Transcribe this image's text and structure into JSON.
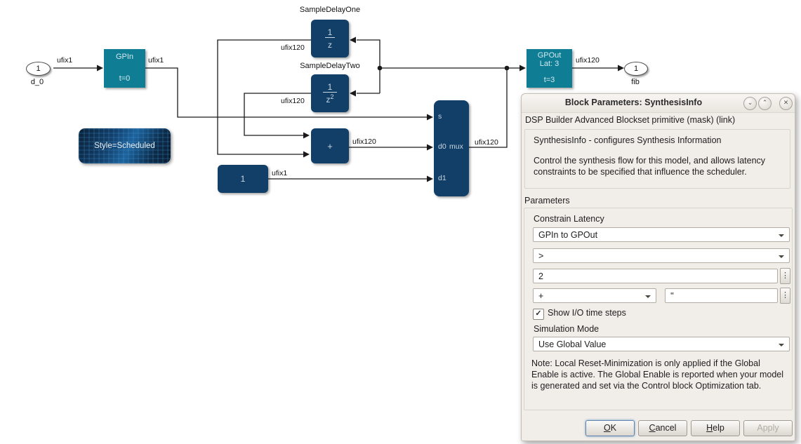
{
  "diagram": {
    "in_port": {
      "label": "1",
      "name": "d_0"
    },
    "out_port": {
      "label": "1",
      "name": "fib"
    },
    "blocks": {
      "gpin": {
        "title": "GPIn",
        "sub": "t=0"
      },
      "gpout": {
        "line1": "GPOut",
        "line2": "Lat: 3",
        "sub": "t=3"
      },
      "delay1": {
        "name": "SampleDelayOne",
        "num": "1",
        "den": "z",
        "exp": ""
      },
      "delay2": {
        "name": "SampleDelayTwo",
        "num": "1",
        "den": "z",
        "exp": "2"
      },
      "adder": {
        "label": "+"
      },
      "constant": {
        "label": "1"
      },
      "mux": {
        "name": "mux",
        "ports": [
          "s",
          "d0",
          "d1"
        ]
      },
      "annotation": {
        "label": "Style=Scheduled"
      }
    },
    "signals": {
      "in": "ufix1",
      "gpin_out": "ufix1",
      "delay1_out": "ufix120",
      "delay2_out": "ufix120",
      "adder_out": "ufix120",
      "const_out": "ufix1",
      "mux_out": "ufix120",
      "gpout_out": "ufix120"
    },
    "colors": {
      "teal": "#0f7e95",
      "navy": "#123f68"
    }
  },
  "dialog": {
    "title": "Block Parameters: SynthesisInfo",
    "window_buttons": {
      "roll_down": "⌄",
      "roll_up": "⌃",
      "close": "✕"
    },
    "subtitle": "DSP Builder Advanced Blockset primitive (mask) (link)",
    "description_line1": "SynthesisInfo - configures Synthesis Information",
    "description_line2": "Control the synthesis flow for this model, and allows latency constraints to be specified that influence the scheduler.",
    "parameters_label": "Parameters",
    "constrain_latency_label": "Constrain Latency",
    "constrain_latency_value": "GPIn to GPOut",
    "operator_value": ">",
    "latency_value": "2",
    "plus_value": "+",
    "quote_value": "''",
    "more_glyph": "⋮",
    "checkbox_glyph": "✓",
    "show_io_label": "Show I/O time steps",
    "simulation_mode_label": "Simulation Mode",
    "simulation_mode_value": "Use Global Value",
    "note": "Note: Local Reset-Minimization is only applied if the Global Enable is active. The Global Enable is reported when your model is generated and set via the Control block Optimization tab.",
    "buttons": {
      "ok": "OK",
      "cancel": "Cancel",
      "help": "Help",
      "apply": "Apply"
    }
  }
}
